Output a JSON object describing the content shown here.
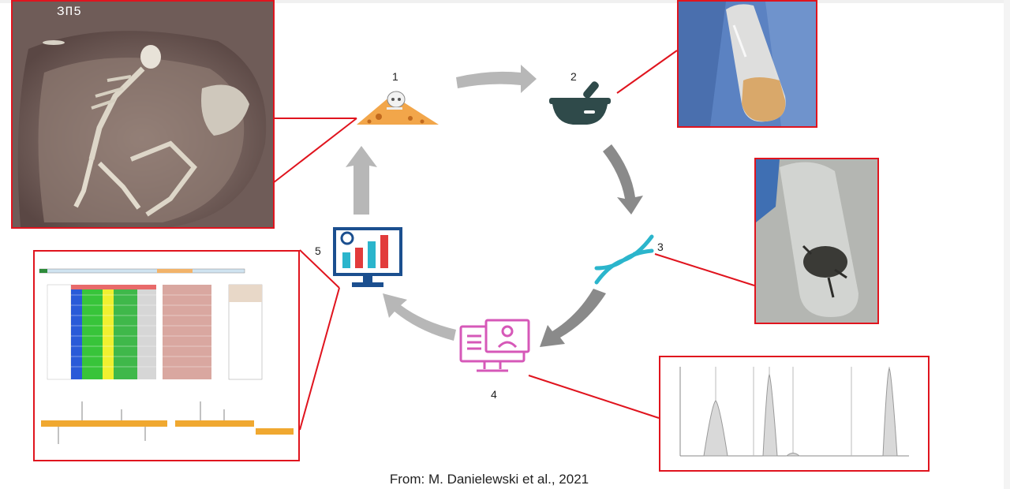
{
  "photos": {
    "excavation_label": "ЗП5"
  },
  "steps": [
    {
      "number": "1",
      "icon": "excavation-site-icon"
    },
    {
      "number": "2",
      "icon": "mortar-pestle-icon"
    },
    {
      "number": "3",
      "icon": "dna-helix-icon"
    },
    {
      "number": "4",
      "icon": "computer-screen-icon"
    },
    {
      "number": "5",
      "icon": "analytics-monitor-icon"
    }
  ],
  "colors": {
    "callout_border": "#e0141e",
    "cycle_arrow_light": "#b7b7b7",
    "cycle_arrow_dark": "#8a8a8a",
    "dna": "#2bb5cc",
    "computer": "#d658b8",
    "monitor": "#1b4f8f",
    "mortar": "#2f4a4a"
  },
  "caption": "From: M. Danielewski et al., 2021"
}
